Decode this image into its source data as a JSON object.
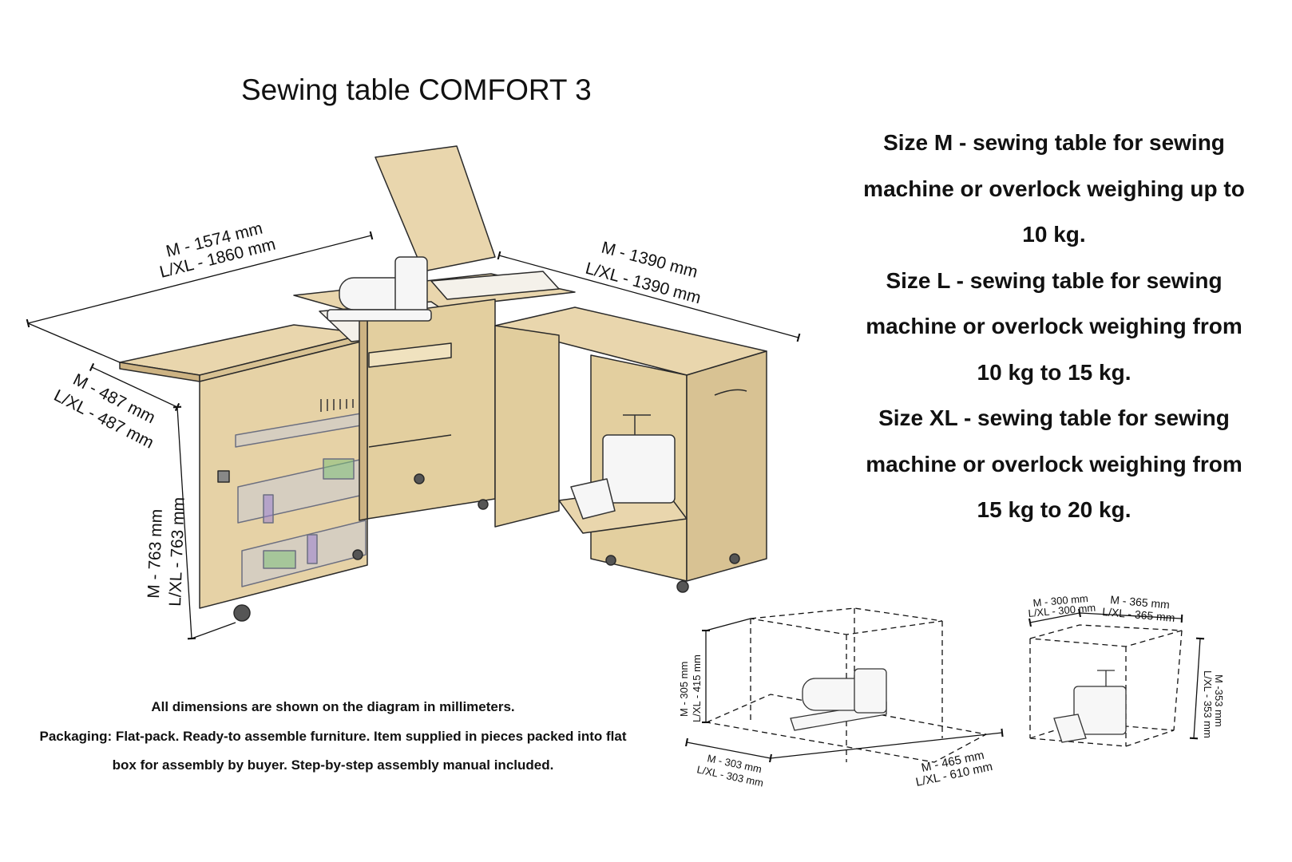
{
  "title": "Sewing table COMFORT 3",
  "size_descriptions": [
    {
      "size": "Size M",
      "text": " - sewing table for sewing machine or overlock weighing up to 10 kg."
    },
    {
      "size": "Size L",
      "text": " -  sewing table for sewing machine or overlock weighing from 10 kg to 15 kg."
    },
    {
      "size": "Size XL",
      "text": " - sewing table for sewing machine or overlock weighing from 15 kg to 20 kg."
    }
  ],
  "size_lines": [
    "Size M - sewing table for sewing",
    "machine or overlock weighing up to",
    "10 kg.",
    "Size L -  sewing table for sewing",
    "machine or overlock weighing from",
    "10 kg to 15 kg.",
    "Size XL - sewing table for sewing",
    "machine or overlock weighing from",
    "15 kg to 20 kg."
  ],
  "table_dimensions": {
    "length_m": "M - 1574 mm",
    "length_lxl": "L/XL - 1860 mm",
    "wing_m": "M - 1390 mm",
    "wing_lxl": "L/XL - 1390 mm",
    "depth_m": "M - 487 mm",
    "depth_lxl": "L/XL - 487 mm",
    "height_m": "M - 763 mm",
    "height_lxl": "L/XL - 763 mm"
  },
  "sewing_machine_space": {
    "height_m": "M - 305 mm",
    "height_lxl": "L/XL - 415 mm",
    "depth_m": "M - 303 mm",
    "depth_lxl": "L/XL - 303 mm",
    "width_m": "M - 465 mm",
    "width_lxl": "L/XL - 610 mm"
  },
  "overlock_space": {
    "depth_m": "M - 300 mm",
    "depth_lxl": "L/XL - 300 mm",
    "width_m": "M - 365 mm",
    "width_lxl": "L/XL - 365 mm",
    "height_m": "M -353 mm",
    "height_lxl": "L/XL - 353 mm"
  },
  "notes": [
    "All dimensions are shown on the diagram in millimeters.",
    "Packaging:  Flat-pack. Ready-to assemble furniture. Item supplied in pieces packed into flat",
    "box for assembly by buyer.  Step-by-step assembly manual included."
  ],
  "colors": {
    "wood": "#e9d6ad",
    "wood_dark": "#cdb383",
    "outline": "#2a2a2a",
    "basket": "#8a8fa0"
  }
}
